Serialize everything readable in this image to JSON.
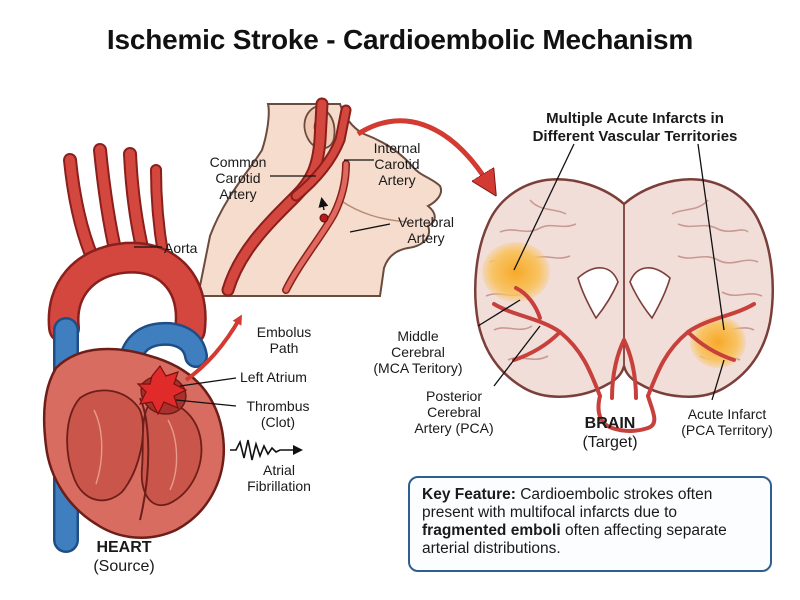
{
  "title": "Ischemic Stroke - Cardioembolic Mechanism",
  "labels": {
    "common_carotid": [
      "Common",
      "Carotid",
      "Artery"
    ],
    "internal_carotid": [
      "Internal",
      "Carotid",
      "Artery"
    ],
    "vertebral": [
      "Vertebral",
      "Artery"
    ],
    "aorta": "Aorta",
    "embolus_path": [
      "Embolus",
      "Path"
    ],
    "left_atrium": "Left Atrium",
    "thrombus": [
      "Thrombus",
      "(Clot)"
    ],
    "atrial_fib": [
      "Atrial",
      "Fibrillation"
    ],
    "heart": {
      "name": "HEART",
      "role": "(Source)"
    },
    "multiple_infarcts": [
      "Multiple Acute Infarcts in",
      "Different Vascular Territories"
    ],
    "mca": [
      "Middle",
      "Cerebral",
      "(MCA Teritory)"
    ],
    "pca": [
      "Posterior",
      "Cerebral",
      "Artery (PCA)"
    ],
    "brain": {
      "name": "BRAIN",
      "role": "(Target)"
    },
    "acute_infarct": [
      "Acute Infarct",
      "(PCA Territory)"
    ]
  },
  "key_feature": {
    "heading": "Key Feature:",
    "text_1": " Cardioembolic strokes often present with multifocal infarcts due to ",
    "emphasis": "fragmented emboli",
    "text_2": " often affecting separate arterial distributions."
  },
  "colors": {
    "artery_red": "#c8403c",
    "vein_blue": "#3f7fc0",
    "heart_muscle": "#d96c60",
    "clot": "#d92a2a",
    "brain_tissue": "#f2ded8",
    "infarct": "#f6b23c",
    "skin": "#f6dccc",
    "box_border": "#2f5f8e"
  }
}
